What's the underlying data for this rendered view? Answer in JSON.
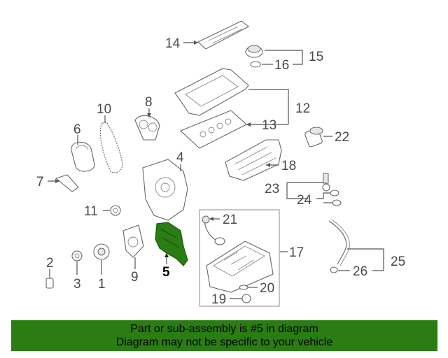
{
  "callouts": {
    "c1": "1",
    "c2": "2",
    "c3": "3",
    "c4": "4",
    "c5": "5",
    "c6": "6",
    "c7": "7",
    "c8": "8",
    "c9": "9",
    "c10": "10",
    "c11": "11",
    "c12": "12",
    "c13": "13",
    "c14": "14",
    "c15": "15",
    "c16": "16",
    "c17": "17",
    "c18": "18",
    "c19": "19",
    "c20": "20",
    "c21": "21",
    "c22": "22",
    "c23": "23",
    "c24": "24",
    "c25": "25",
    "c26": "26"
  },
  "highlight_color": "#2a7d13",
  "banner": {
    "line1": "Part or sub-assembly is #5 in diagram",
    "line2": "Diagram may not be specific to your vehicle"
  }
}
